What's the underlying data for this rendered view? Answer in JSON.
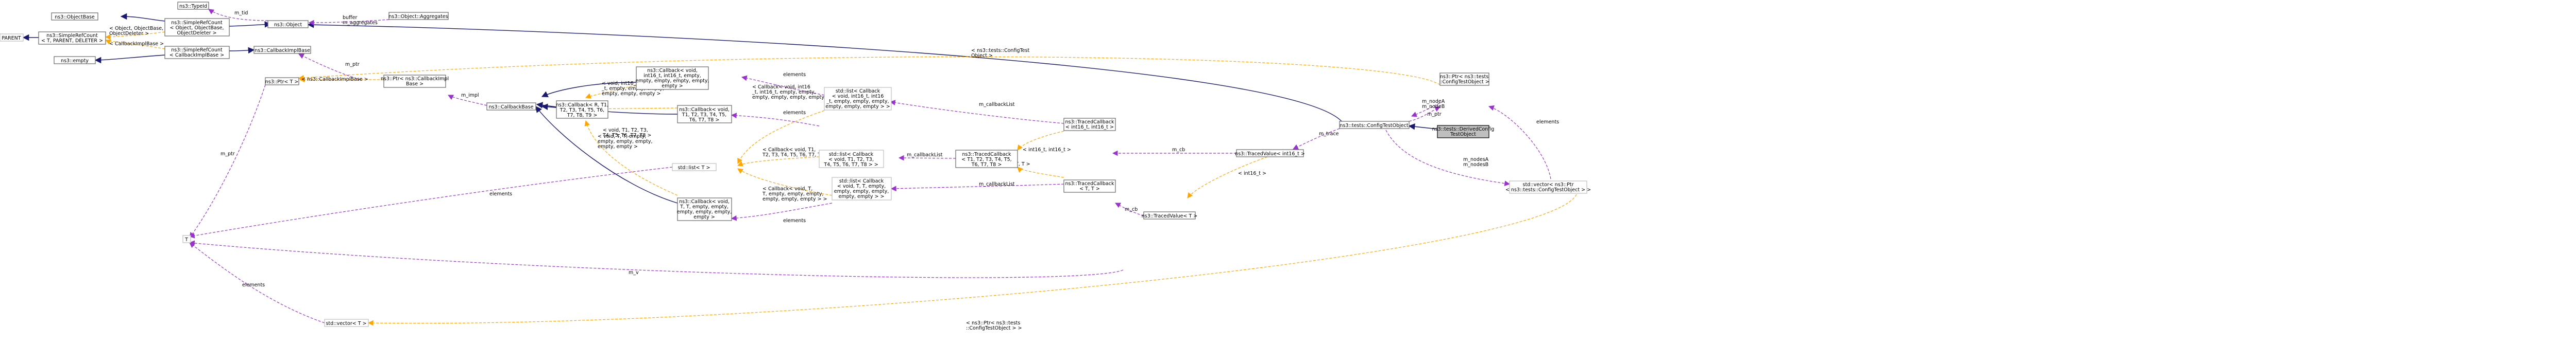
{
  "nodes": {
    "typeid": [
      "ns3::TypeId"
    ],
    "object_base": [
      "ns3::ObjectBase"
    ],
    "simple_ref_count_object": [
      "ns3::SimpleRefCount",
      "< Object, ObjectBase,",
      "ObjectDeleter >"
    ],
    "object": [
      "ns3::Object"
    ],
    "object_aggregates": [
      "ns3::Object::Aggregates"
    ],
    "parent": [
      "PARENT"
    ],
    "simple_ref_count_t": [
      "ns3::SimpleRefCount",
      "< T, PARENT, DELETER >"
    ],
    "simple_ref_count_cbi": [
      "ns3::SimpleRefCount",
      "< CallbackImplBase >"
    ],
    "empty": [
      "ns3::empty"
    ],
    "callback_impl_base": [
      "ns3::CallbackImplBase"
    ],
    "ptr_t": [
      "ns3::Ptr< T >"
    ],
    "ptr_cbi": [
      "ns3::Ptr< ns3::CallbackImpl",
      "Base >"
    ],
    "callback_base": [
      "ns3::CallbackBase"
    ],
    "t": [
      "T"
    ],
    "callback_r": [
      "ns3::Callback< R, T1,",
      "T2, T3, T4, T5, T6,",
      "T7, T8, T9 >"
    ],
    "callback_int16": [
      "ns3::Callback< void,",
      "int16_t, int16_t, empty,",
      "empty, empty, empty, empty,",
      "empty >"
    ],
    "callback_void_t1": [
      "ns3::Callback< void,",
      "T1, T2, T3, T4, T5,",
      "T6, T7, T8 >"
    ],
    "callback_void_t": [
      "ns3::Callback< void,",
      "T, T, empty, empty,",
      "empty, empty, empty,",
      "empty >"
    ],
    "list_t": [
      "std::list< T >"
    ],
    "vector_t": [
      "std::vector< T >"
    ],
    "list_cb_int16": [
      "std::list< Callback",
      "< void, int16_t, int16",
      "_t, empty, empty, empty,",
      "empty, empty, empty > >"
    ],
    "list_cb_t1": [
      "std::list< Callback",
      "< void, T1, T2, T3,",
      "T4, T5, T6, T7, T8 > >"
    ],
    "list_cb_t": [
      "std::list< Callback",
      "< void, T, T, empty,",
      "empty, empty, empty,",
      "empty, empty > >"
    ],
    "traced_cb_int16": [
      "ns3::TracedCallback",
      "< int16_t, int16_t >"
    ],
    "traced_cb_t1": [
      "ns3::TracedCallback",
      "< T1, T2, T3, T4, T5,",
      "T6, T7, T8 >"
    ],
    "traced_cb_t": [
      "ns3::TracedCallback",
      "< T, T >"
    ],
    "traced_value_int16": [
      "ns3::TracedValue< int16_t >"
    ],
    "traced_value_t": [
      "ns3::TracedValue< T >"
    ],
    "config_test_object": [
      "ns3::tests::ConfigTestObject"
    ],
    "ptr_config": [
      "ns3::Ptr< ns3::tests",
      "::ConfigTestObject >"
    ],
    "derived": [
      "ns3::tests::DerivedConfig",
      "TestObject"
    ],
    "vector_ptr": [
      "std::vector< ns3::Ptr",
      "< ns3::tests::ConfigTestObject > >"
    ]
  },
  "edge_labels": {
    "m_tid": [
      "m_tid"
    ],
    "buffer_aggregates": [
      "buffer",
      "m_aggregates"
    ],
    "tpl_object_base": [
      "< Object, ObjectBase,",
      "ObjectDeleter >"
    ],
    "tpl_cbi_base": [
      "< CallbackImplBase >"
    ],
    "m_ptr_cbi": [
      "m_ptr"
    ],
    "tpl_ptr_config_top": [
      "< ns3::tests::ConfigTest",
      "Object >"
    ],
    "tpl_ns3_cbi": [
      "< ns3::CallbackImplBase >"
    ],
    "m_impl": [
      "m_impl"
    ],
    "m_ptr_t": [
      "m_ptr"
    ],
    "tpl_void_int16": [
      "< void, int16_t, int16",
      "_t, empty, empty, empty,",
      "empty, empty, empty >"
    ],
    "tpl_void_t1": [
      "< void, T1, T2, T3,",
      "T4, T5, T6, T7, T8 >"
    ],
    "tpl_void_t": [
      "< void, T, T, empty,",
      "empty, empty, empty,",
      "empty, empty >"
    ],
    "elements_int16": [
      "elements"
    ],
    "elements_t1": [
      "elements"
    ],
    "elements_t": [
      "elements"
    ],
    "tpl_cb_int16": [
      "< Callback< void, int16",
      "_t, int16_t, empty, empty,",
      "empty, empty, empty, empty > >"
    ],
    "tpl_cb_t1": [
      "< Callback< void, T1,",
      "T2, T3, T4, T5, T6, T7, T8 >"
    ],
    "tpl_cb_t": [
      "< Callback< void, T,",
      "T, empty, empty, empty,",
      "empty, empty, empty > >"
    ],
    "elements_list_t": [
      "elements"
    ],
    "elements_vector_t": [
      "elements"
    ],
    "m_v": [
      "m_v"
    ],
    "m_callback_list_int16": [
      "m_callbackList"
    ],
    "m_callback_list_t1": [
      "m_callbackList"
    ],
    "m_callback_list_t": [
      "m_callbackList"
    ],
    "tpl_int16_int16": [
      "< int16_t, int16_t >"
    ],
    "tpl_t_t": [
      "< T, T >"
    ],
    "m_cb_int16": [
      "m_cb"
    ],
    "m_cb_t": [
      "m_cb"
    ],
    "tpl_int16": [
      "< int16_t >"
    ],
    "m_trace": [
      "m_trace"
    ],
    "m_nodes": [
      "m_nodeA",
      "m_nodeB"
    ],
    "m_ptr_config": [
      "m_ptr"
    ],
    "m_nodes_vec": [
      "m_nodesA",
      "m_nodesB"
    ],
    "elements_vec_ptr": [
      "elements"
    ],
    "tpl_ptr_config_bottom": [
      "< ns3::Ptr< ns3::tests",
      "::ConfigTestObject > >"
    ]
  },
  "colors": {
    "inheritance": "#191970",
    "usage": "#9a32cd",
    "template": "#ffa500",
    "focus_fill": "#bfbfbf"
  }
}
